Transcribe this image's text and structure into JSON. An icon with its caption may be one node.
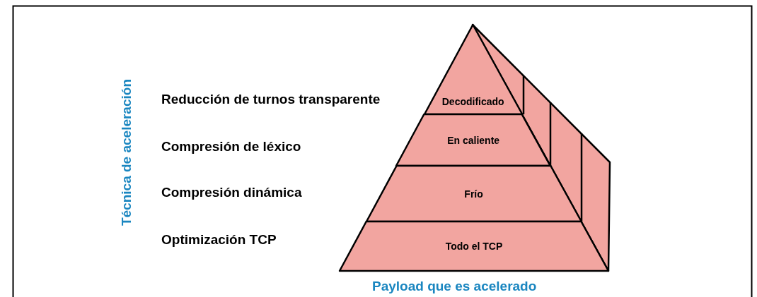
{
  "diagram": {
    "nodes": [
      {
        "text": [
          "Decodificado"
        ]
      },
      {
        "text": [
          "En caliente"
        ]
      },
      {
        "text": [
          "Frío"
        ]
      },
      {
        "text": [
          "Todo el TCP"
        ]
      }
    ],
    "labels": [
      "Técnica de aceleración",
      "Reducción de turnos transparente",
      "Compresión de léxico",
      "Compresión dinámica",
      "Optimización TCP",
      "Payload que es acelerado"
    ]
  }
}
